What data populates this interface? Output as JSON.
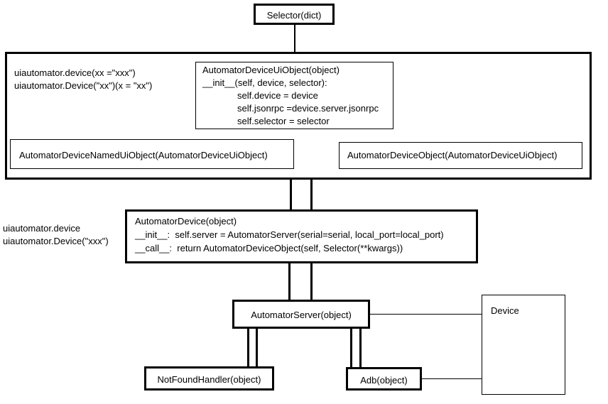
{
  "selector": {
    "label": "Selector(dict)"
  },
  "top_group": {
    "notes": [
      "uiautomator.device(xx =\"xxx\")",
      "uiautomator.Device(\"xx\")(x = \"xx\")"
    ],
    "ui_object": {
      "lines": [
        "AutomatorDeviceUiObject(object)",
        "__init__(self, device, selector):",
        "self.device = device",
        "self.jsonrpc =device.server.jsonrpc",
        "self.selector = selector"
      ]
    },
    "named_ui_object": {
      "label": "AutomatorDeviceNamedUiObject(AutomatorDeviceUiObject)"
    },
    "device_object": {
      "label": "AutomatorDeviceObject(AutomatorDeviceUiObject)"
    }
  },
  "device_notes": [
    "uiautomator.device",
    "uiautomator.Device(\"xxx\")"
  ],
  "automator_device": {
    "lines": [
      "AutomatorDevice(object)",
      "__init__:  self.server = AutomatorServer(serial=serial, local_port=local_port)",
      "__call__:  return AutomatorDeviceObject(self, Selector(**kwargs))"
    ]
  },
  "automator_server": {
    "label": "AutomatorServer(object)"
  },
  "device_box": {
    "label": "Device"
  },
  "not_found_handler": {
    "label": "NotFoundHandler(object)"
  },
  "adb": {
    "label": "Adb(object)"
  }
}
